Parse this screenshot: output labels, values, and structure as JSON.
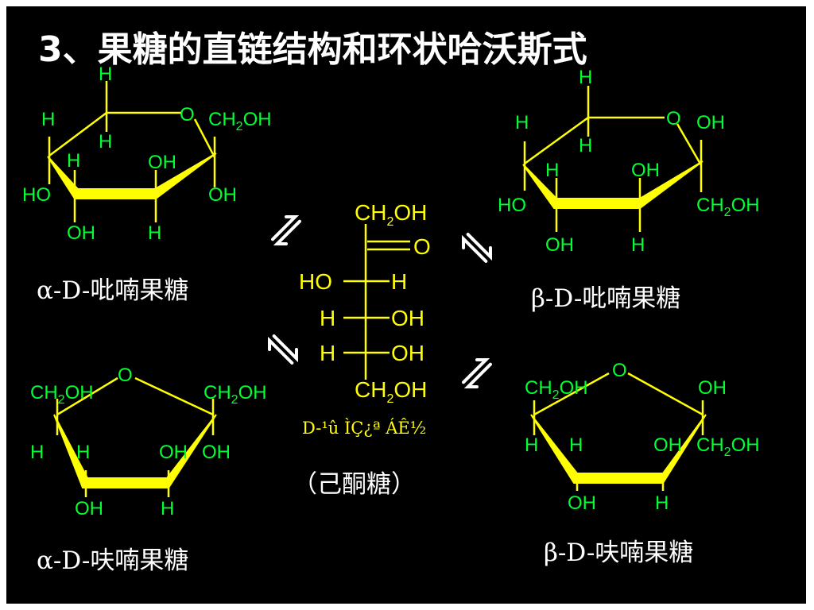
{
  "title": "3、果糖的直链结构和环状哈沃斯式",
  "captions": {
    "alpha_pyranose": "α-D-吡喃果糖",
    "beta_pyranose": "β-D-吡喃果糖",
    "alpha_furanose": "α-D-呋喃果糖",
    "beta_furanose": "β-D-呋喃果糖",
    "ketose_note": "（己酮糖）",
    "chain_name_garbled": "D-¹û ÌÇ¿ª ÁÊ½"
  },
  "labels": {
    "H": "H",
    "O": "O",
    "OH": "OH",
    "HO": "HO",
    "CH": "CH",
    "two": "2"
  },
  "colors": {
    "background": "#000000",
    "atom_labels": "#00ff33",
    "ring_and_chain": "#ffff00",
    "text": "#ffffff"
  },
  "icons": [
    "equilibrium-arrow-icon"
  ]
}
